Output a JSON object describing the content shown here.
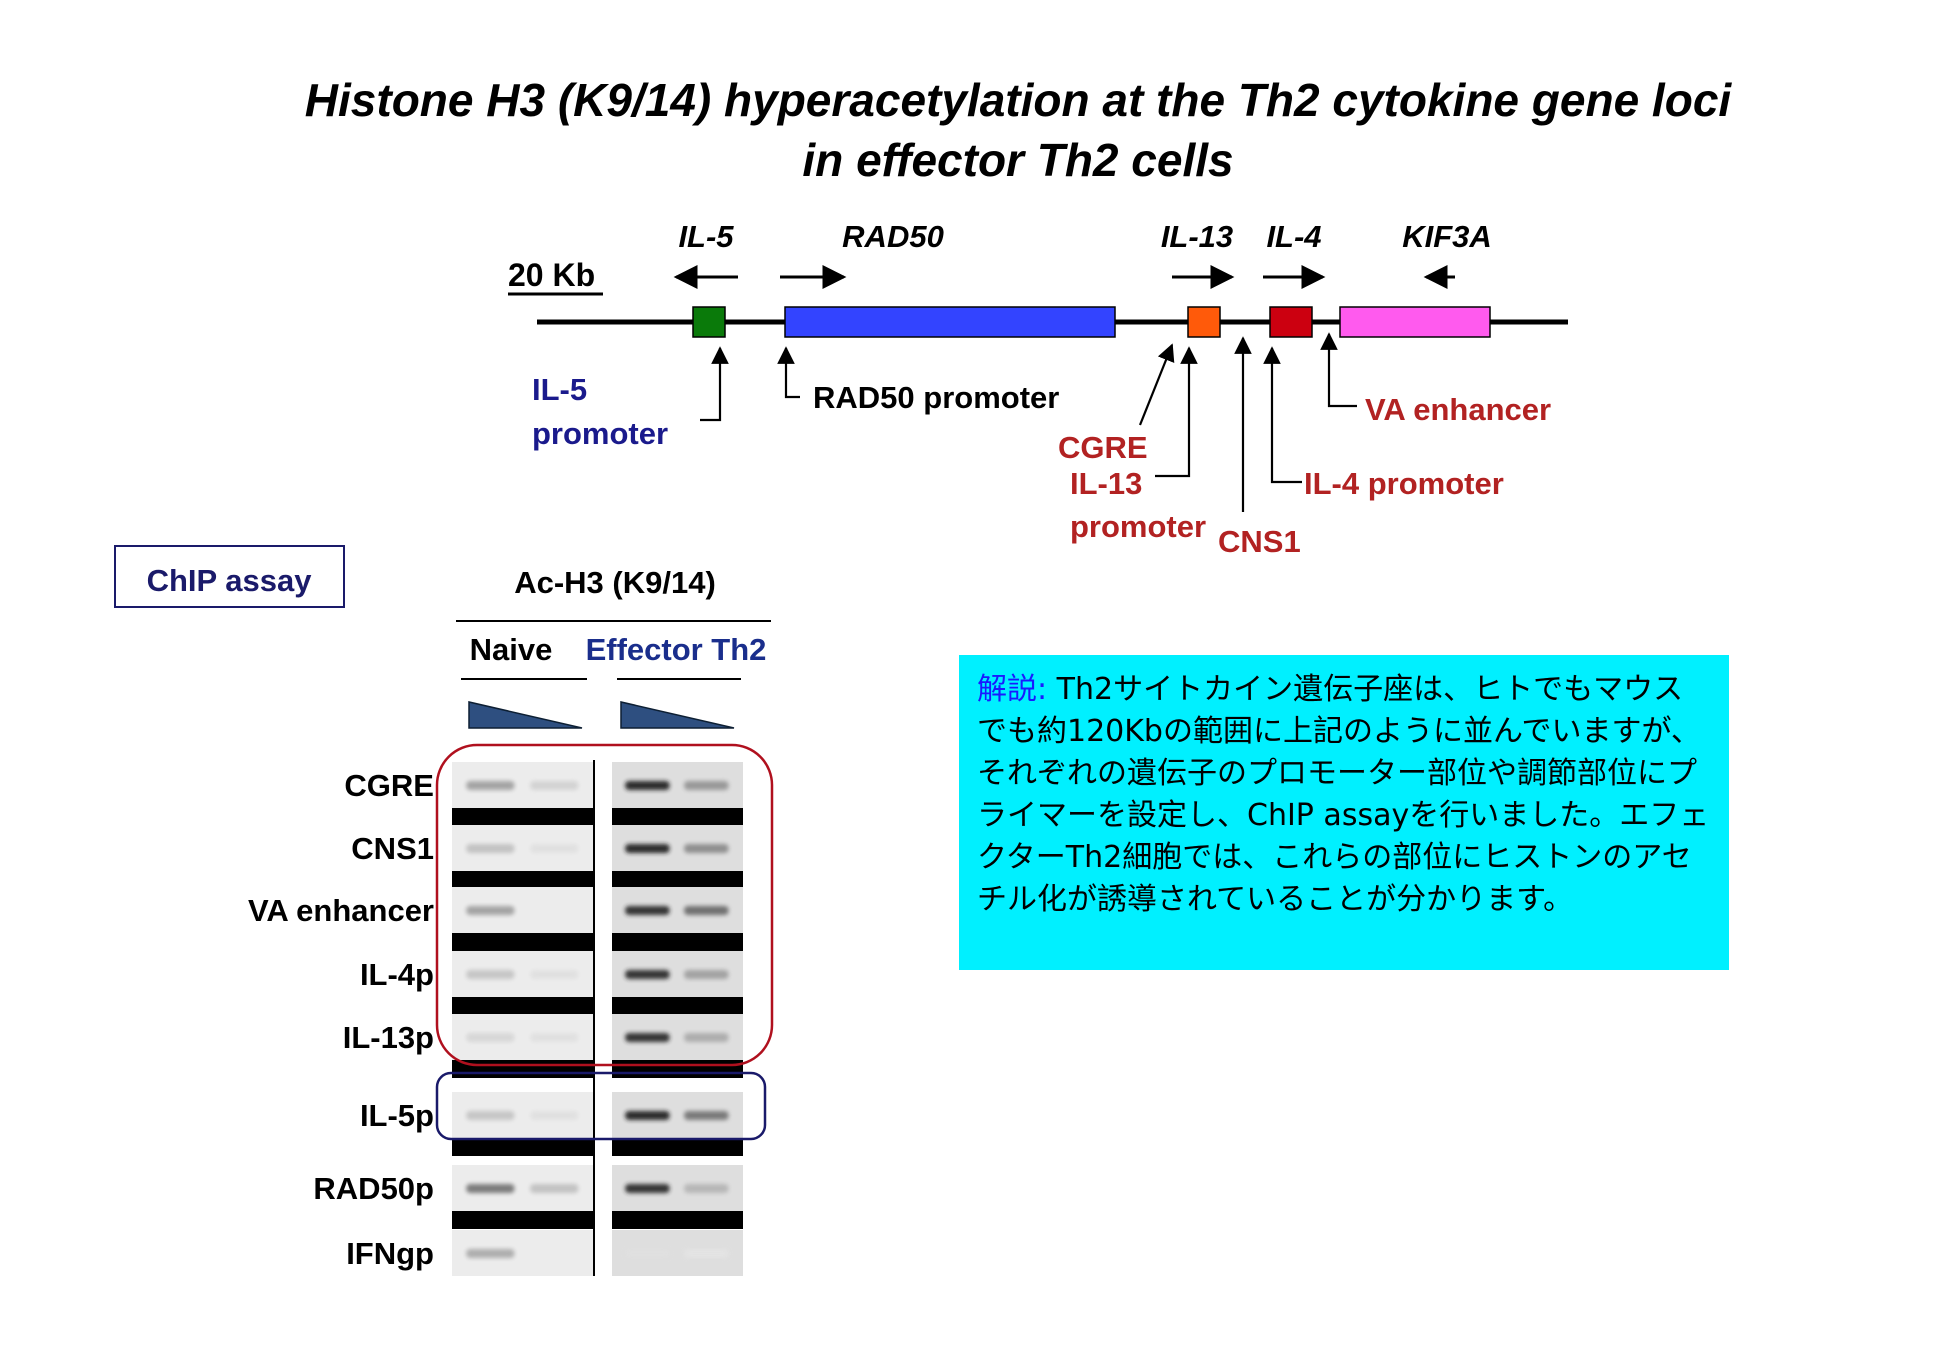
{
  "title": {
    "line1": "Histone H3 (K9/14) hyperacetylation at the Th2 cytokine gene loci",
    "line2": "in effector Th2 cells"
  },
  "gene_map": {
    "scale_label": "20 Kb",
    "genes": [
      {
        "id": "il5",
        "label": "IL-5",
        "direction": "left",
        "color": "#0a7a0a"
      },
      {
        "id": "rad50",
        "label": "RAD50",
        "direction": "right",
        "color": "#3344ff"
      },
      {
        "id": "il13",
        "label": "IL-13",
        "direction": "right",
        "color": "#ff5a0a"
      },
      {
        "id": "il4",
        "label": "IL-4",
        "direction": "right",
        "color": "#cc0010"
      },
      {
        "id": "kif3a",
        "label": "KIF3A",
        "direction": "left",
        "color": "#ff5aee"
      }
    ],
    "elements": {
      "il5_promoter_line1": "IL-5",
      "il5_promoter_line2": "promoter",
      "rad50_promoter": "RAD50 promoter",
      "cgre": "CGRE",
      "il13_promoter_line1": "IL-13",
      "il13_promoter_line2": "promoter",
      "cns1": "CNS1",
      "il4_promoter": "IL-4 promoter",
      "va_enhancer": "VA enhancer"
    },
    "colors": {
      "il5_promoter": "#1a1a8c",
      "regulatory": "#b22222"
    }
  },
  "chip": {
    "badge": "ChIP assay",
    "antibody": "Ac-H3 (K9/14)",
    "groups": [
      "Naive",
      "Effector Th2"
    ],
    "group_colors": [
      "#000000",
      "#1a2e8c"
    ],
    "rows": [
      "CGRE",
      "CNS1",
      "VA enhancer",
      "IL-4p",
      "IL-13p",
      "IL-5p",
      "RAD50p",
      "IFNgp"
    ],
    "band_intensity": {
      "naive": [
        [
          0.35,
          0.12
        ],
        [
          0.2,
          0.05
        ],
        [
          0.35,
          0.0
        ],
        [
          0.18,
          0.05
        ],
        [
          0.1,
          0.05
        ],
        [
          0.18,
          0.05
        ],
        [
          0.55,
          0.2
        ],
        [
          0.3,
          0.0
        ]
      ],
      "effector": [
        [
          0.95,
          0.4
        ],
        [
          0.95,
          0.45
        ],
        [
          0.9,
          0.6
        ],
        [
          0.9,
          0.35
        ],
        [
          0.9,
          0.3
        ],
        [
          0.95,
          0.55
        ],
        [
          0.9,
          0.25
        ],
        [
          0.05,
          0.03
        ]
      ]
    },
    "highlight_colors": {
      "th2_loci": "#b0101e",
      "il5": "#1a1a6a"
    }
  },
  "note": {
    "lead": "解説:",
    "body": " Th2サイトカイン遺伝子座は、ヒトでもマウスでも約120Kbの範囲に上記のように並んでいますが、それぞれの遺伝子のプロモーター部位や調節部位にプライマーを設定し、ChIP assayを行いました。エフェクターTh2細胞では、これらの部位にヒストンのアセチル化が誘導されていることが分かります。"
  }
}
